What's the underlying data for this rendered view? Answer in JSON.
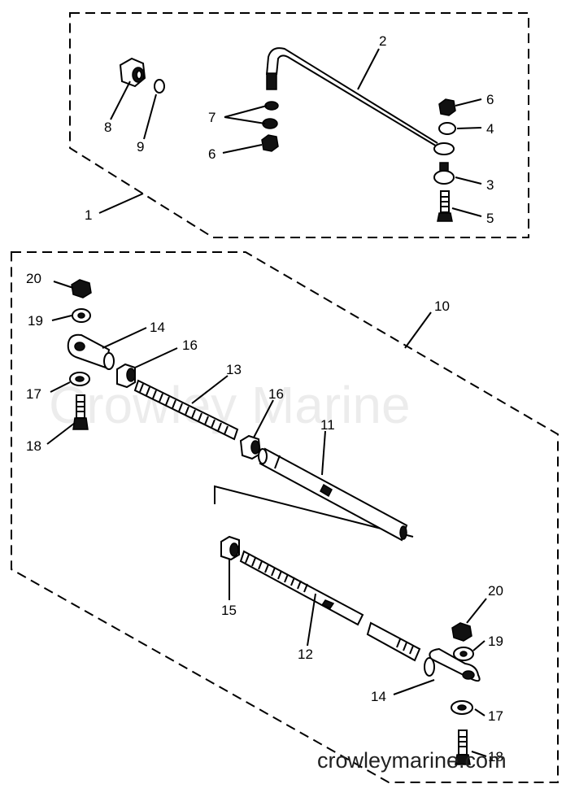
{
  "watermark": "Crowley Marine",
  "website": "crowleymarine.com",
  "callouts": {
    "c1": "1",
    "c2": "2",
    "c3": "3",
    "c4": "4",
    "c5": "5",
    "c6a": "6",
    "c6b": "6",
    "c7": "7",
    "c8": "8",
    "c9": "9",
    "c10": "10",
    "c11": "11",
    "c12": "12",
    "c13": "13",
    "c14a": "14",
    "c14b": "14",
    "c15": "15",
    "c16a": "16",
    "c16b": "16",
    "c17a": "17",
    "c17b": "17",
    "c18a": "18",
    "c18b": "18",
    "c19a": "19",
    "c19b": "19",
    "c20a": "20",
    "c20b": "20"
  }
}
